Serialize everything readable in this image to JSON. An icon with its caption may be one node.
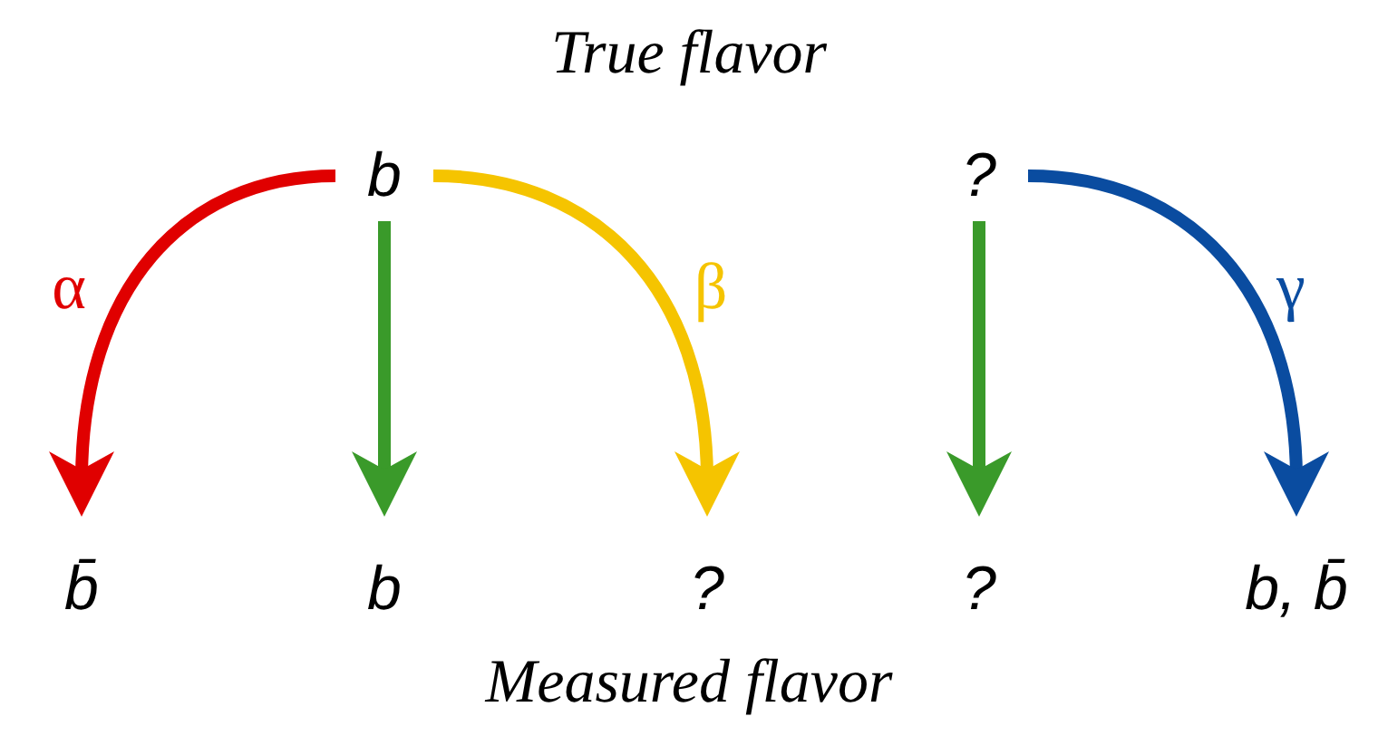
{
  "diagram": {
    "title": "True flavor",
    "caption": "Measured flavor",
    "nodes": [
      {
        "text": [
          "b"
        ]
      },
      {
        "text": [
          "?"
        ]
      },
      {
        "text": [
          "b̄"
        ]
      },
      {
        "text": [
          "b"
        ]
      },
      {
        "text": [
          "?"
        ]
      },
      {
        "text": [
          "?"
        ]
      },
      {
        "text": [
          "b, b̄"
        ]
      }
    ],
    "edges": [
      {
        "from": 0,
        "to": 2,
        "arrow": "to",
        "label": "α",
        "color": "#e00000"
      },
      {
        "from": 0,
        "to": 3,
        "arrow": "to",
        "color": "#3a9a2a"
      },
      {
        "from": 0,
        "to": 4,
        "arrow": "to",
        "label": "β",
        "color": "#f5c400"
      },
      {
        "from": 1,
        "to": 5,
        "arrow": "to",
        "color": "#3a9a2a"
      },
      {
        "from": 1,
        "to": 6,
        "arrow": "to",
        "label": "γ",
        "color": "#0a4ca0"
      }
    ]
  }
}
